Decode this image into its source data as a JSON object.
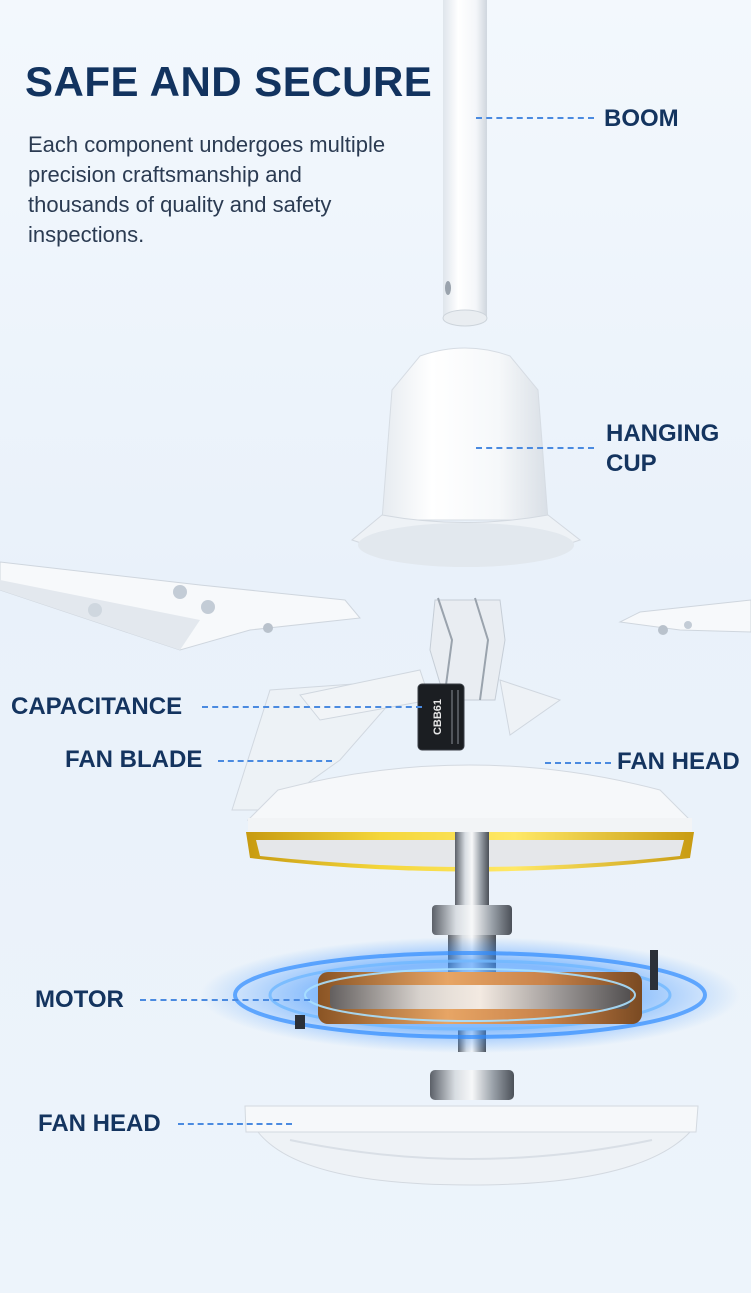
{
  "heading": {
    "title": "SAFE AND SECURE",
    "description": "Each component undergoes multiple precision craftsmanship and thousands of quality and safety inspections."
  },
  "callouts": {
    "boom": "BOOM",
    "hanging_cup_line1": "HANGING",
    "hanging_cup_line2": "CUP",
    "capacitance": "CAPACITANCE",
    "fan_blade": "FAN BLADE",
    "fan_head_upper": "FAN HEAD",
    "motor": "MOTOR",
    "fan_head_lower": "FAN HEAD"
  },
  "capacitor": {
    "model": "CBB61"
  },
  "colors": {
    "title": "#12335f",
    "label": "#14345f",
    "leader_line": "#4a8ae0",
    "gold_ring": "#e7c21a",
    "motor_glow": "#1e7bff",
    "copper": "#c98a4a"
  }
}
